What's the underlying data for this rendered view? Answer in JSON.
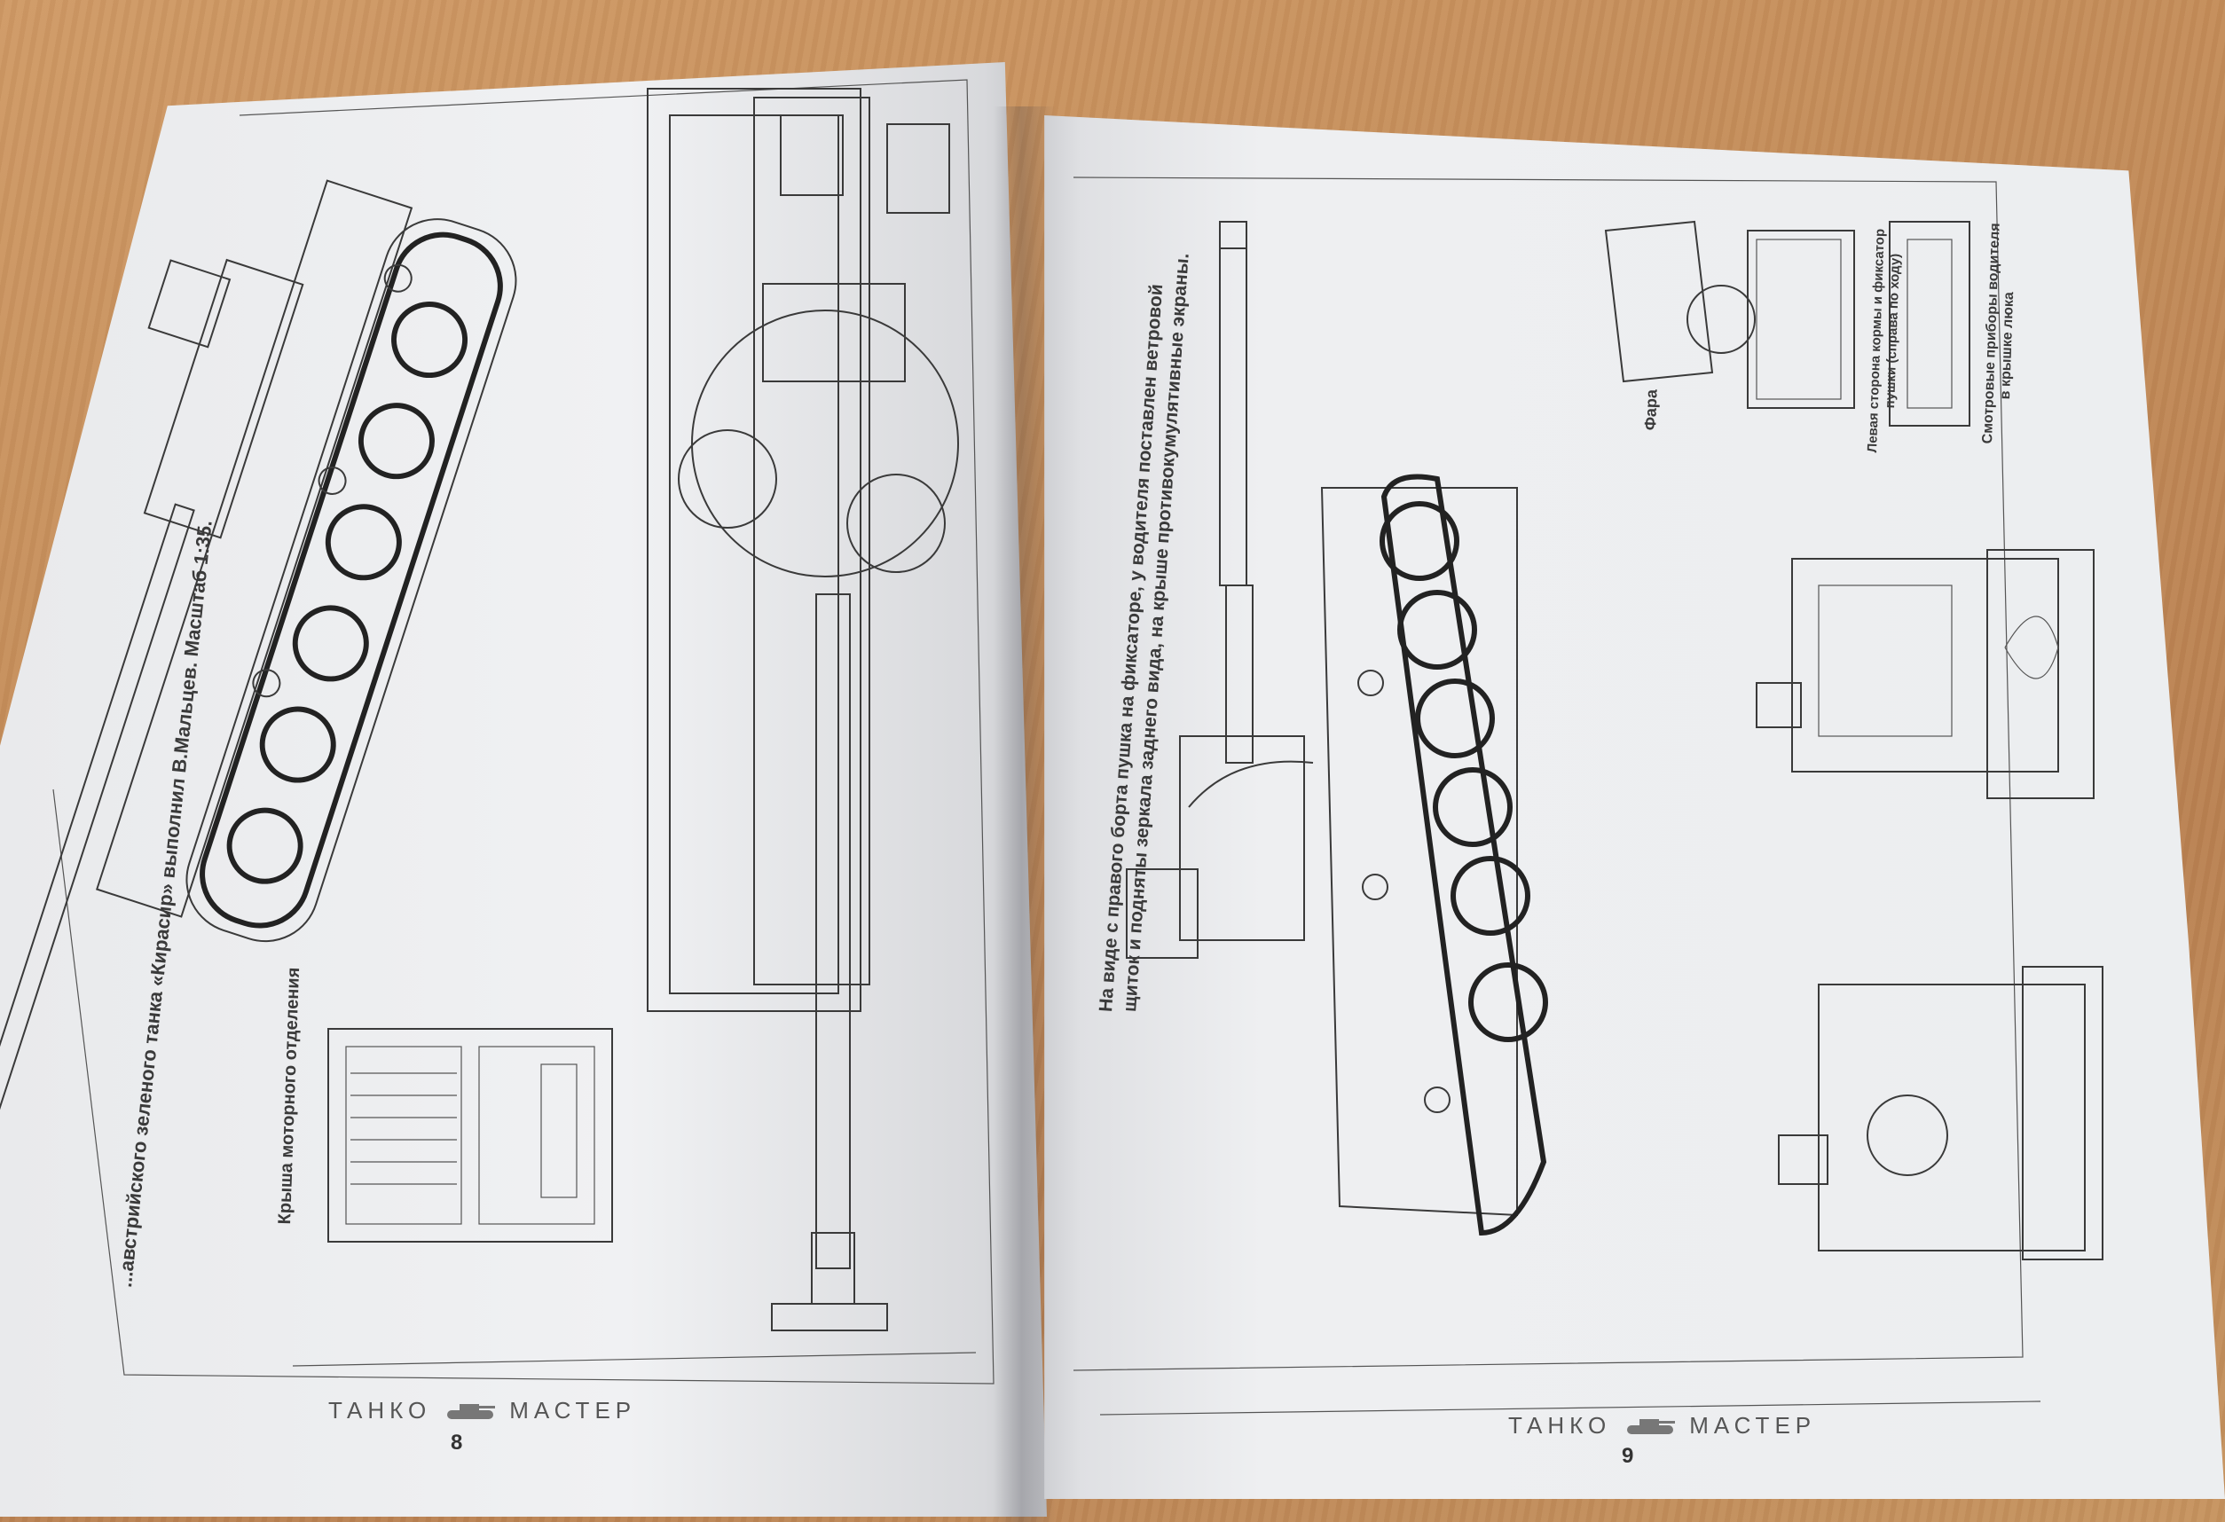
{
  "left_page": {
    "vertical_caption": "...австрийского зеленого танка «Кирасир» выполнил В.Мальцев. Масштаб 1:35.",
    "inset_caption": "Крыша моторного отделения",
    "footer_logo_left": "ТАНКО",
    "footer_logo_right": "МАСТЕР",
    "page_number": "8"
  },
  "right_page": {
    "main_caption_line1": "На виде с правого борта пушка на фиксаторе, у водителя поставлен ветровой",
    "main_caption_line2": "щиток и подняты зеркала заднего вида, на крыше противокумулятивные экраны.",
    "detail_caption_fara": "Фара",
    "detail_caption_box_line1": "Левая сторона кормы и фиксатор",
    "detail_caption_box_line2": "пушки (справа по ходу)",
    "detail_caption_periscope_line1": "Смотровые приборы водителя",
    "detail_caption_periscope_line2": "в крышке люка",
    "footer_logo_left": "ТАНКО",
    "footer_logo_right": "МАСТЕР",
    "page_number": "9"
  }
}
